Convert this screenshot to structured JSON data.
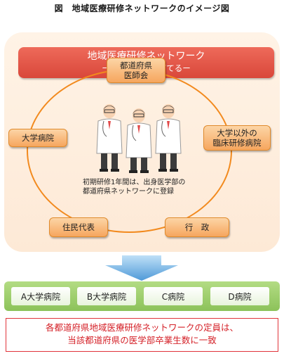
{
  "figure": {
    "title": "図　地域医療研修ネットワークのイメージ図"
  },
  "banner": {
    "title": "地域医療研修ネットワーク",
    "subtitle": "ー医師は地域で育てるー"
  },
  "nodes": {
    "medical_association": [
      "都道府県",
      "医師会"
    ],
    "university_hospital": "大学病院",
    "clinical_training_hospital": [
      "大学以外の",
      "臨床研修病院"
    ],
    "resident_representative": "住民代表",
    "administration": "行　政"
  },
  "note": [
    "初期研修1年間は、出身医学部の",
    "都道府県ネットワークに登録"
  ],
  "hospitals": [
    "A大学病院",
    "B大学病院",
    "C病院",
    "D病院"
  ],
  "bottom_note": [
    "各都道府県地域医療研修ネットワークの定員は、",
    "当該都道府県の医学部卒業生数に一致"
  ],
  "colors": {
    "banner": "#e35a4b",
    "node": "#f6a65e",
    "ring": "#f28a1e",
    "hospital_bar": "#8cc25a",
    "arrow": "#5aa3dc",
    "note_border": "#e0343a"
  },
  "icons": [
    "doctor-figure-icon",
    "down-arrow-icon"
  ]
}
